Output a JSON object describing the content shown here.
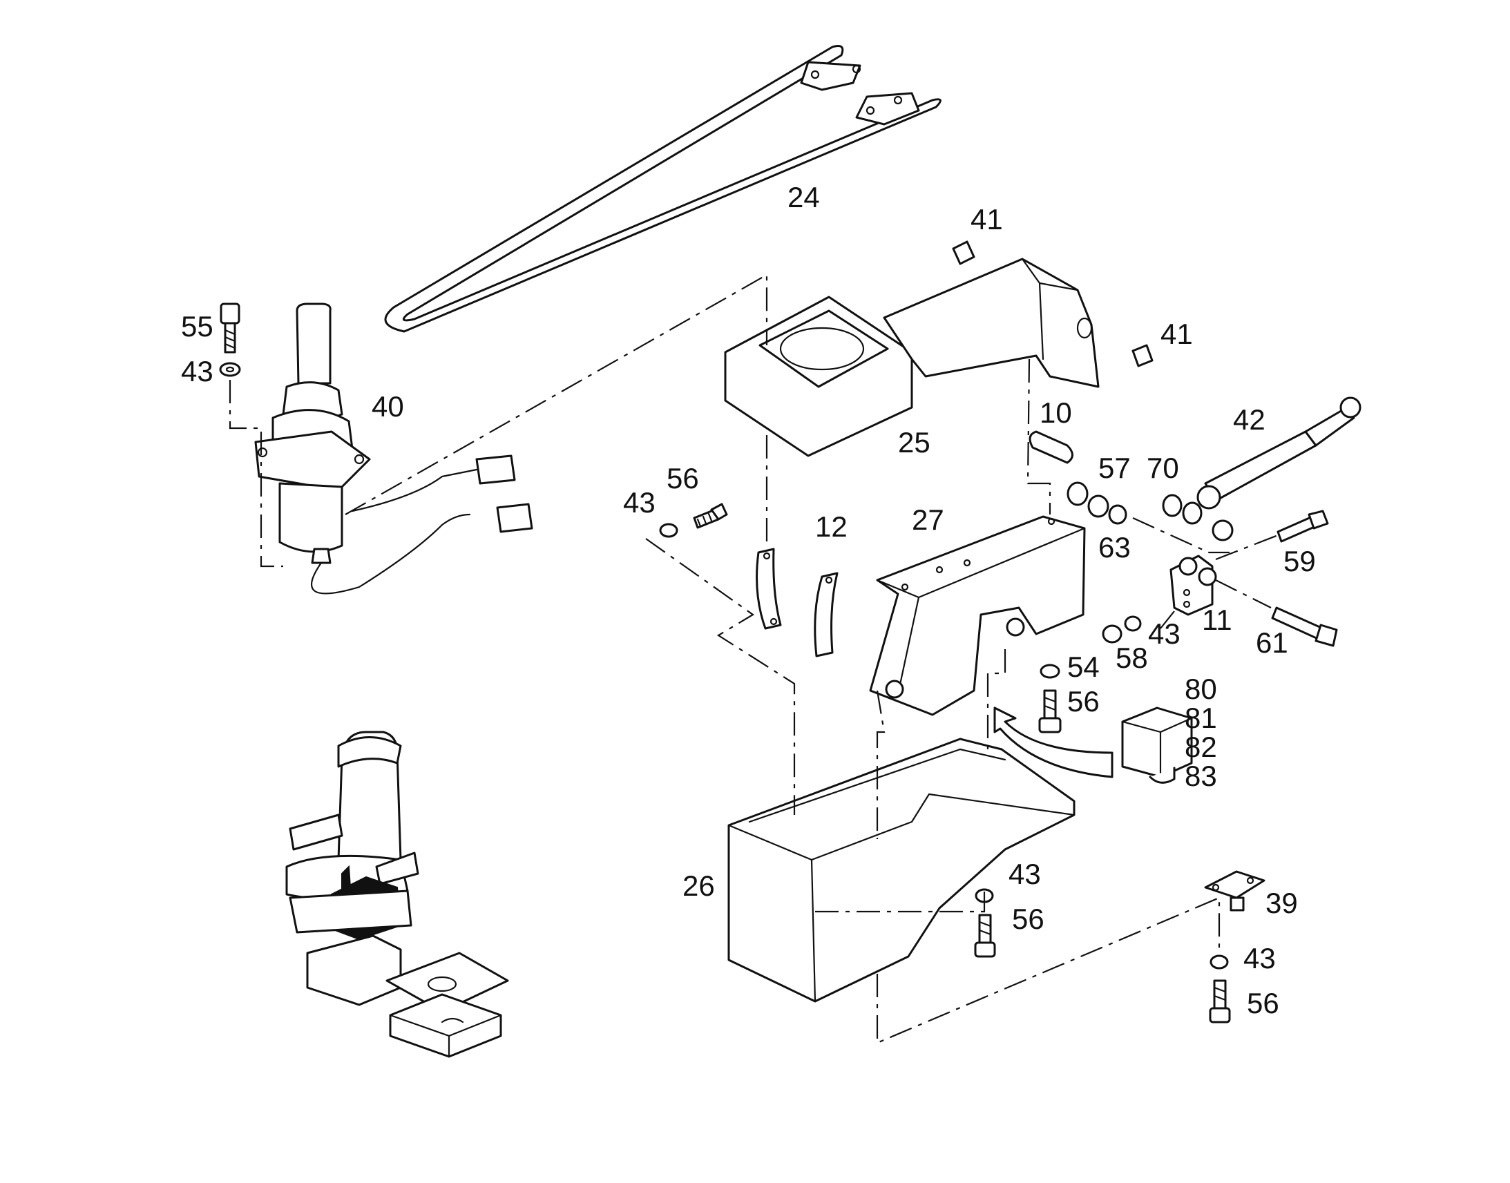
{
  "labels": {
    "l24": "24",
    "l41a": "41",
    "l41b": "41",
    "l55": "55",
    "l43a": "43",
    "l40": "40",
    "l10": "10",
    "l42": "42",
    "l25": "25",
    "l57": "57",
    "l70": "70",
    "l56a": "56",
    "l43b": "43",
    "l12": "12",
    "l27": "27",
    "l63": "63",
    "l59": "59",
    "l11": "11",
    "l43c": "43",
    "l58": "58",
    "l61": "61",
    "l54": "54",
    "l56b": "56",
    "l80": "80",
    "l81": "81",
    "l82": "82",
    "l83": "83",
    "l26": "26",
    "l43d": "43",
    "l56c": "56",
    "l39": "39",
    "l43e": "43",
    "l56d": "56"
  },
  "colors": {
    "ink": "#111111",
    "paper": "#ffffff"
  }
}
